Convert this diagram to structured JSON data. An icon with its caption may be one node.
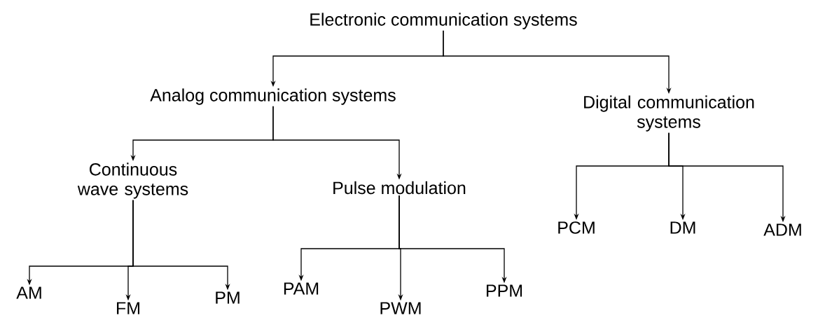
{
  "diagram": {
    "nodes": [
      {
        "text": [
          "Electronic communication systems"
        ]
      },
      {
        "text": [
          "Analog communication systems"
        ]
      },
      {
        "text": [
          "Digital communication systems"
        ]
      },
      {
        "text": [
          "Continuous wave systems"
        ]
      },
      {
        "text": [
          "Pulse modulation"
        ]
      },
      {
        "text": [
          "AM"
        ]
      },
      {
        "text": [
          "FM"
        ]
      },
      {
        "text": [
          "PM"
        ]
      },
      {
        "text": [
          "PAM"
        ]
      },
      {
        "text": [
          "PWM"
        ]
      },
      {
        "text": [
          "PPM"
        ]
      },
      {
        "text": [
          "PCM"
        ]
      },
      {
        "text": [
          "DM"
        ]
      },
      {
        "text": [
          "ADM"
        ]
      }
    ],
    "edges": [
      {
        "from": 0,
        "to": 1,
        "arrow": "to"
      },
      {
        "from": 0,
        "to": 2,
        "arrow": "to"
      },
      {
        "from": 1,
        "to": 3,
        "arrow": "to"
      },
      {
        "from": 1,
        "to": 4,
        "arrow": "to"
      },
      {
        "from": 3,
        "to": 5,
        "arrow": "to"
      },
      {
        "from": 3,
        "to": 6,
        "arrow": "to"
      },
      {
        "from": 3,
        "to": 7,
        "arrow": "to"
      },
      {
        "from": 4,
        "to": 8,
        "arrow": "to"
      },
      {
        "from": 4,
        "to": 9,
        "arrow": "to"
      },
      {
        "from": 4,
        "to": 10,
        "arrow": "to"
      },
      {
        "from": 2,
        "to": 11,
        "arrow": "to"
      },
      {
        "from": 2,
        "to": 12,
        "arrow": "to"
      },
      {
        "from": 2,
        "to": 13,
        "arrow": "to"
      }
    ]
  }
}
